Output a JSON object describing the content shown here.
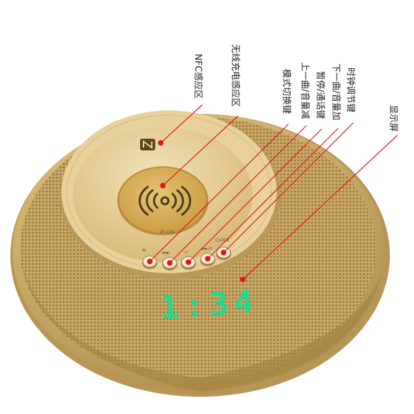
{
  "colors": {
    "gold_light": "#e8d29c",
    "gold_mid": "#c9a867",
    "gold_dark": "#a88648",
    "pad": "#d9b25c",
    "digit_green": "#22d98a",
    "marker_red": "#e3141a",
    "line_red": "#e3141a"
  },
  "device": {
    "model_text": "ZY-13C",
    "clock_text": "1:34",
    "button_labels": [
      "M",
      "◄◄/-",
      "↩",
      "►►/+",
      "CLOCK"
    ],
    "nfc_icon": "nfc-n-icon",
    "wireless_icon": "wireless-charging-icon"
  },
  "labels": {
    "nfc": "NFC感应区",
    "wireless": "无线充电感应区",
    "mode": "模式切换键",
    "prev": "上一曲/音量减",
    "pause": "暂停/通话键",
    "next": "下一曲/音量加",
    "clock": "时钟调节键",
    "display": "显示屏"
  }
}
